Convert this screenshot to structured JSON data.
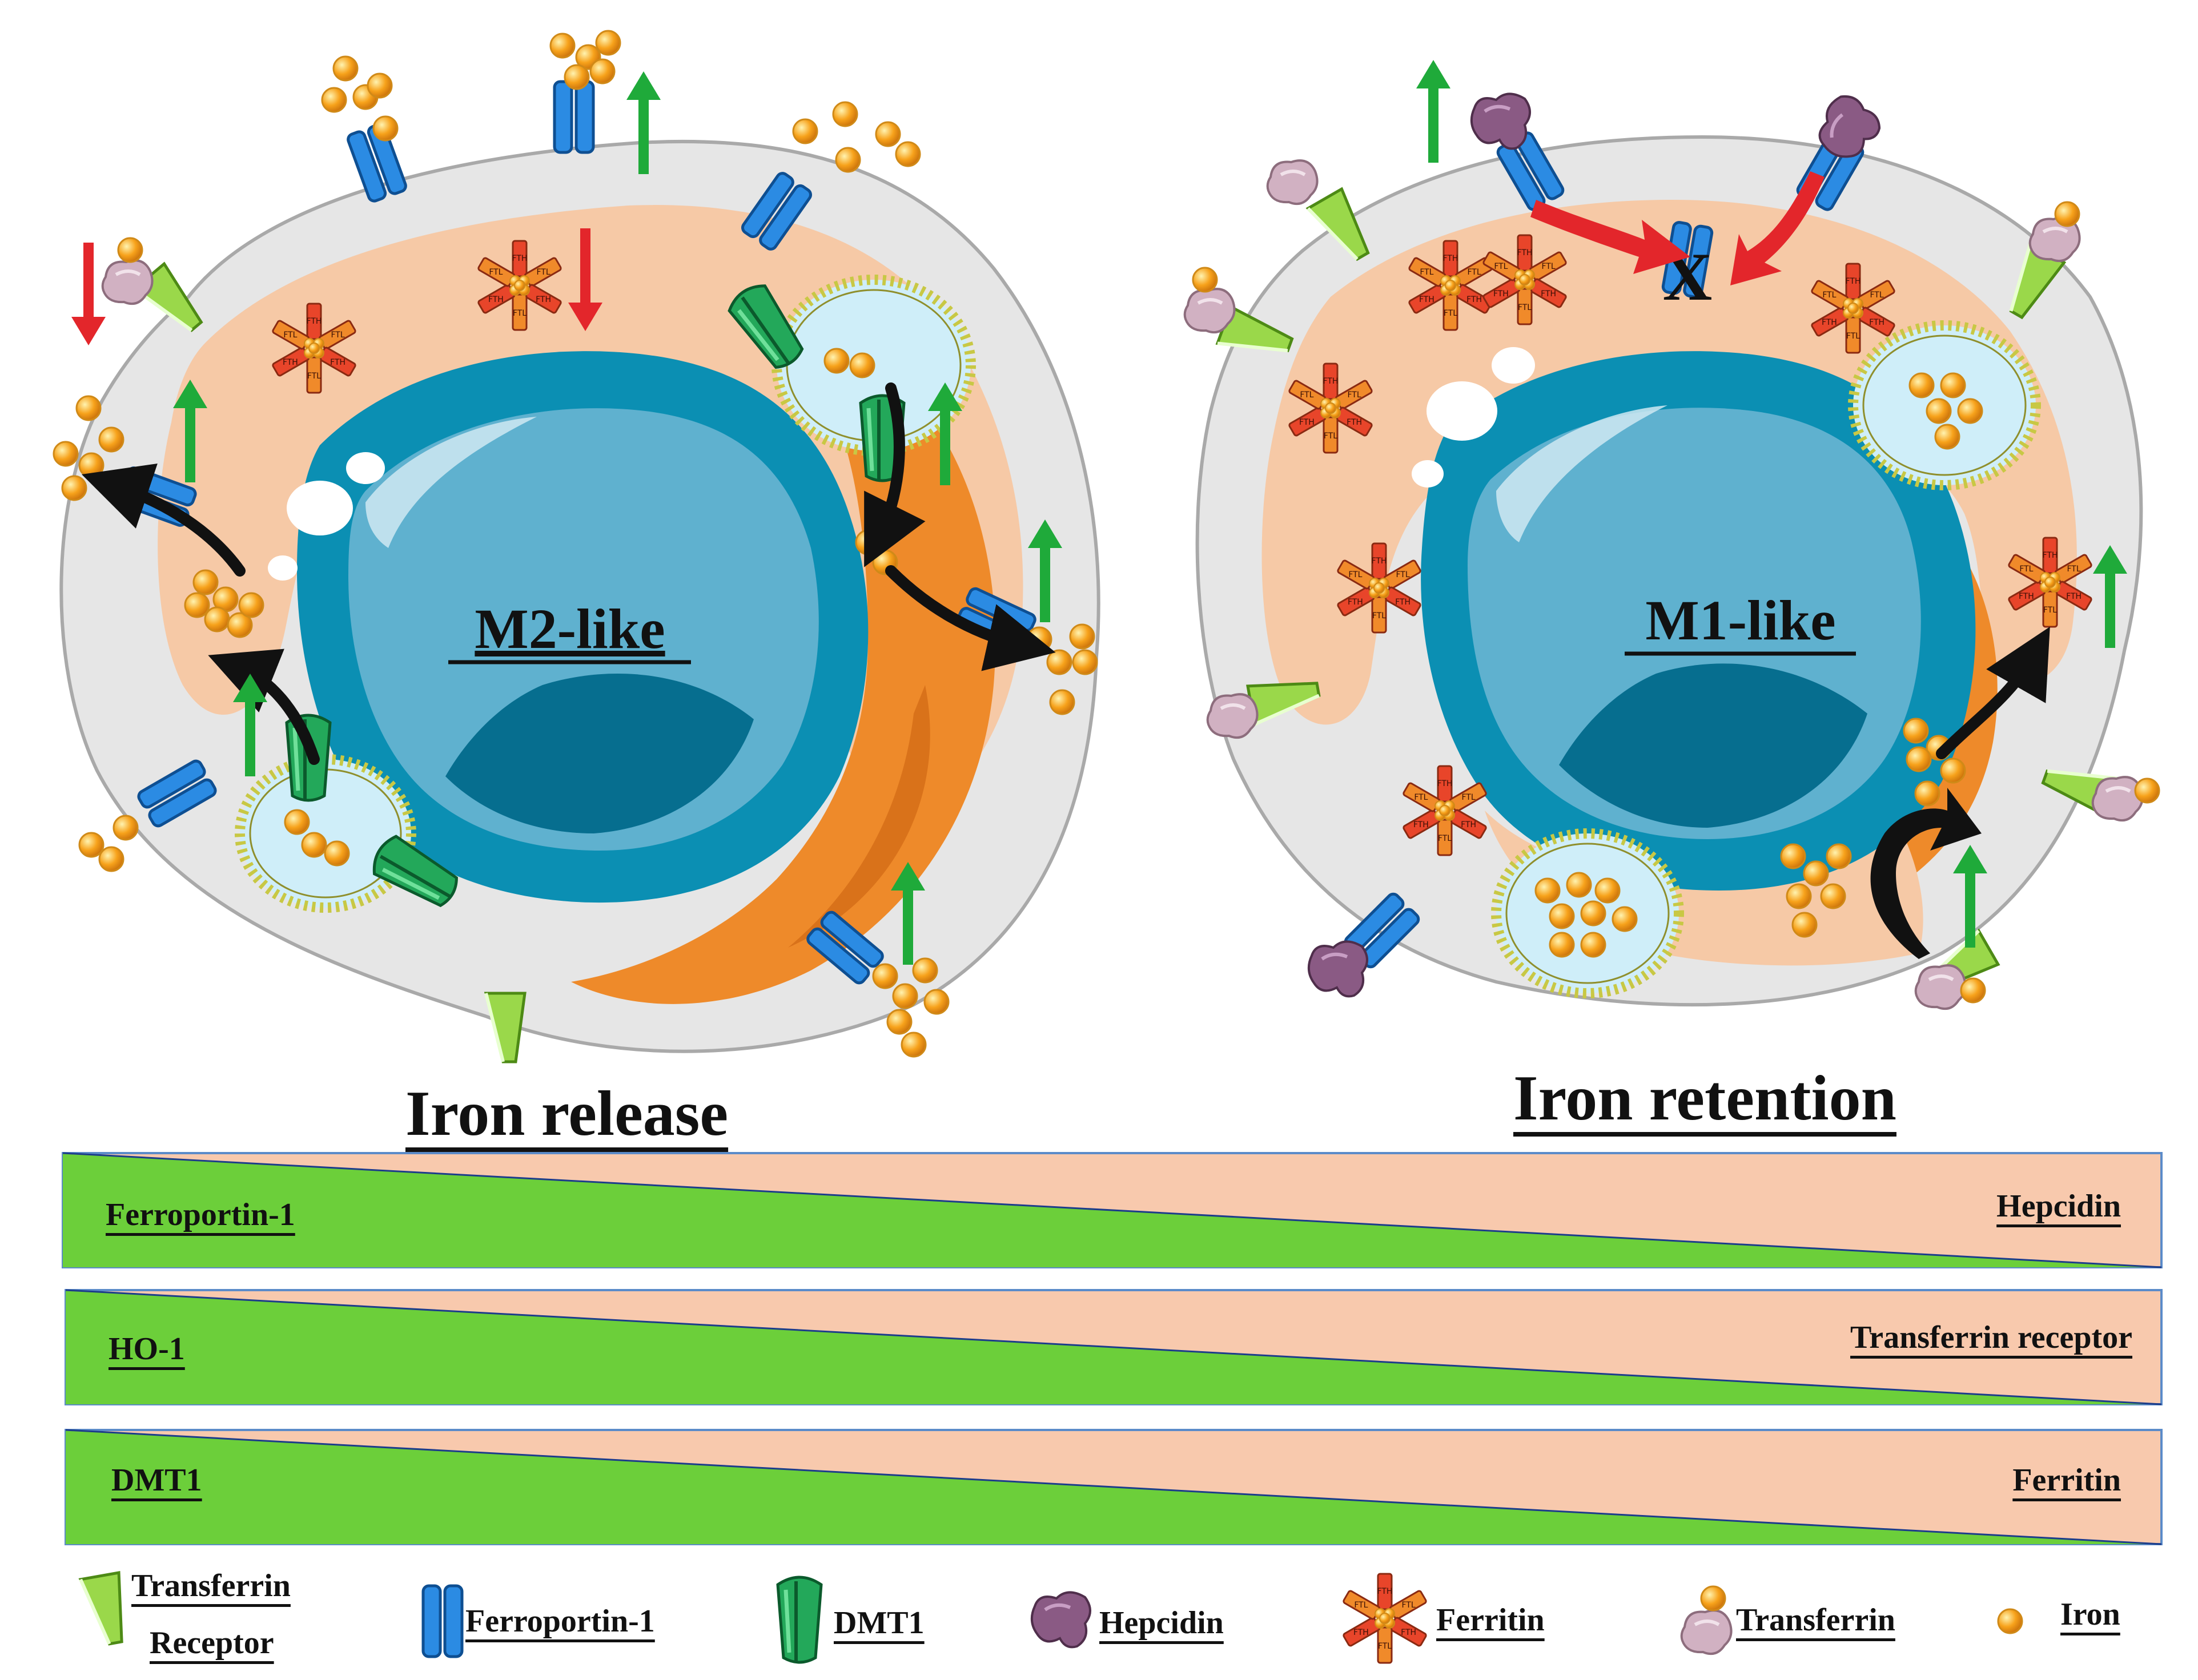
{
  "cells": {
    "left_label": "M2-like",
    "right_label": "M1-like"
  },
  "titles": {
    "left": "Iron release",
    "right": "Iron retention"
  },
  "gradient_bars": [
    {
      "left_label": "Ferroportin-1",
      "right_label": "Hepcidin"
    },
    {
      "left_label": "HO-1",
      "right_label": "Transferrin  receptor"
    },
    {
      "left_label": "DMT1",
      "right_label": "Ferritin"
    }
  ],
  "legend": {
    "transferrin_receptor_line1": "Transferrin",
    "transferrin_receptor_line2": "Receptor",
    "ferroportin": "Ferroportin-1",
    "dmt1": "DMT1",
    "hepcidin": "Hepcidin",
    "ferritin": "Ferritin",
    "transferrin": "Transferrin",
    "iron": "Iron"
  },
  "inhibition_mark": "X",
  "ferritin_subunit_labels": [
    "FTH",
    "FTL"
  ],
  "colors": {
    "cytoplasm": "#e6e6e6",
    "cytoplasm_outline": "#a9a9a9",
    "er_light": "#f6c9a6",
    "er_dark": "#ee8a2a",
    "nucleus_outer": "#0b8fb3",
    "nucleus_inner": "#5fb1cf",
    "nucleus_dark": "#066e8f",
    "iron": "#f7a21b",
    "ferroportin": "#1f7fd6",
    "transferrin_receptor": "#8fcf3c",
    "dmt1": "#1c9c4e",
    "hepcidin": "#8a5a84",
    "transferrin": "#c9a3b5",
    "arrow_up": "#1faa3a",
    "arrow_down": "#e3262b",
    "bar_green": "#6ccf3a",
    "bar_peach": "#f8c9ad"
  }
}
